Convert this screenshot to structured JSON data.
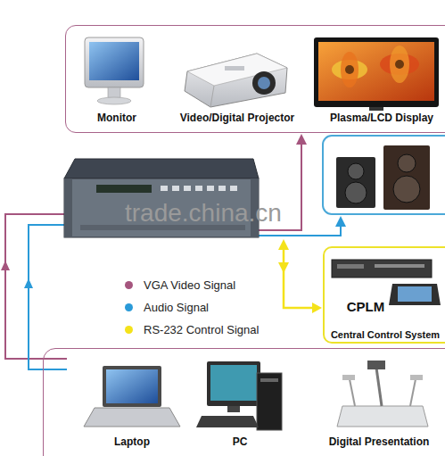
{
  "diagram": {
    "nodes": [
      {
        "text": [
          "Monitor",
          "Video/Digital Projector",
          "Plasma/LCD Display"
        ]
      },
      {
        "text": [
          "CPLM",
          "Central Control System"
        ]
      },
      {
        "text": [
          "Laptop",
          "PC",
          "Digital Presentation"
        ]
      }
    ],
    "labels": [
      "trade.china.cn"
    ],
    "legend": [
      {
        "text": "VGA Video Signal",
        "color": "#a5557e"
      },
      {
        "text": "Audio Signal",
        "color": "#2a9ad8"
      },
      {
        "text": "RS-232 Control Signal",
        "color": "#f4e21a"
      }
    ]
  }
}
